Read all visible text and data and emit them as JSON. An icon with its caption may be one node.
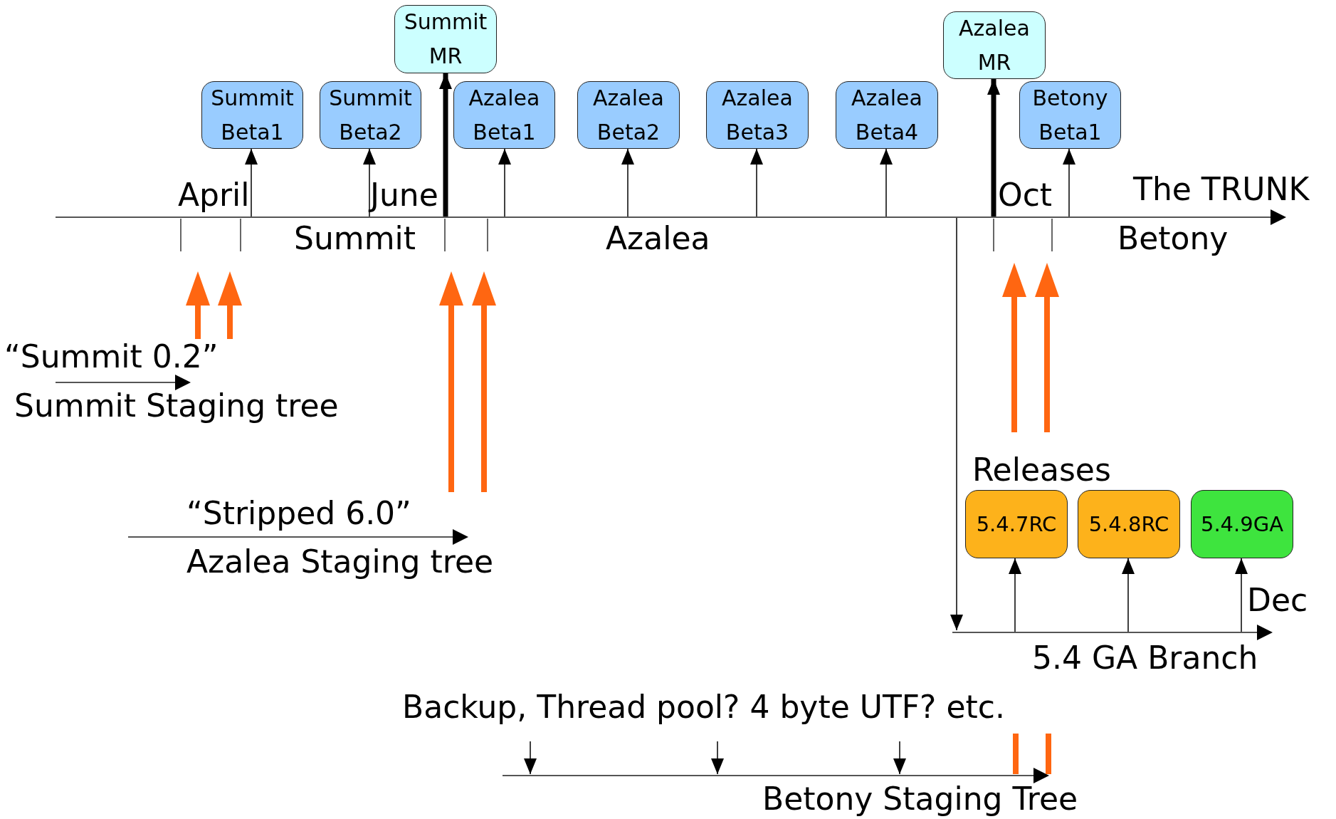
{
  "diagram": {
    "nodes": [
      {
        "text": [
          "Summit Beta1"
        ]
      },
      {
        "text": [
          "Summit Beta2"
        ]
      },
      {
        "text": [
          "Summit MR"
        ]
      },
      {
        "text": [
          "Azalea Beta1"
        ]
      },
      {
        "text": [
          "Azalea Beta2"
        ]
      },
      {
        "text": [
          "Azalea Beta3"
        ]
      },
      {
        "text": [
          "Azalea Beta4"
        ]
      },
      {
        "text": [
          "Azalea MR"
        ]
      },
      {
        "text": [
          "Betony Beta1"
        ]
      },
      {
        "text": [
          "5.4.7RC"
        ]
      },
      {
        "text": [
          "5.4.8RC"
        ]
      },
      {
        "text": [
          "5.4.9GA"
        ]
      },
      {
        "text": [],
        "shape": "bar"
      },
      {
        "text": [],
        "shape": "bar"
      }
    ],
    "edges": [
      {
        "from": 12,
        "to": 0,
        "arrow": "to"
      },
      {
        "from": 12,
        "to": 1,
        "arrow": "to"
      },
      {
        "from": 12,
        "to": 2,
        "arrow": "to",
        "style": "thick"
      },
      {
        "from": 12,
        "to": 3,
        "arrow": "to"
      },
      {
        "from": 12,
        "to": 4,
        "arrow": "to"
      },
      {
        "from": 12,
        "to": 5,
        "arrow": "to"
      },
      {
        "from": 12,
        "to": 6,
        "arrow": "to"
      },
      {
        "from": 12,
        "to": 7,
        "arrow": "to",
        "style": "thick"
      },
      {
        "from": 12,
        "to": 8,
        "arrow": "to"
      },
      {
        "from": 13,
        "to": 9,
        "arrow": "to"
      },
      {
        "from": 13,
        "to": 10,
        "arrow": "to"
      },
      {
        "from": 13,
        "to": 11,
        "arrow": "to"
      },
      {
        "from": 12,
        "to": 13,
        "arrow": "to"
      }
    ],
    "labels": [
      "April",
      "June",
      "Oct",
      "The TRUNK",
      "Summit",
      "Azalea",
      "Betony",
      "“Summit 0.2”",
      "Summit Staging tree",
      "Releases",
      "“Stripped 6.0”",
      "Azalea Staging tree",
      "Dec",
      "5.4 GA Branch",
      "Backup, Thread pool? 4 byte UTF? etc.",
      "Betony Staging Tree"
    ]
  }
}
